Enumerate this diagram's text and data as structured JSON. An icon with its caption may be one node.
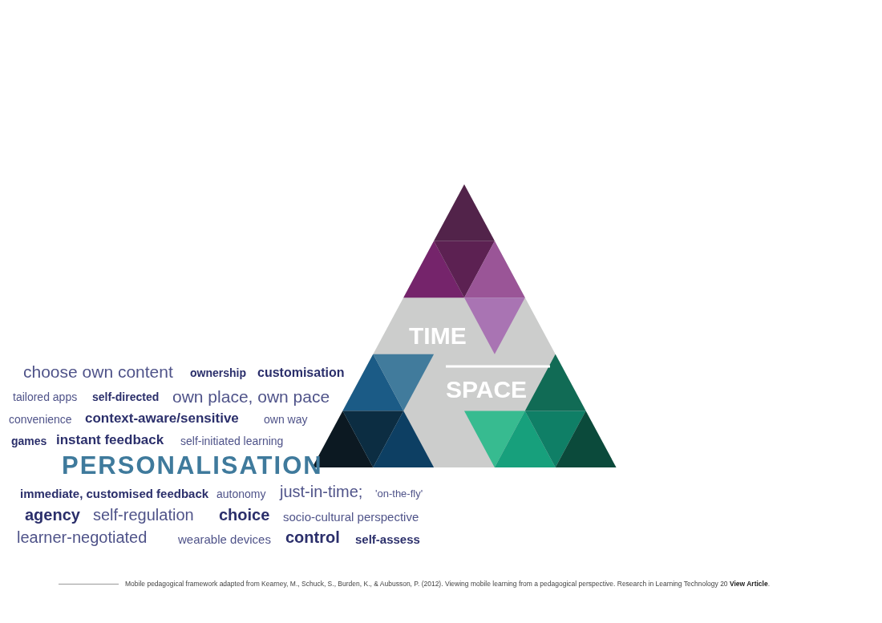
{
  "diagram": {
    "caption": "Mobile pedagogical framework adapted from Kearney, M., Schuck, S., Burden, K., & Aubusson, P. (2012). Viewing mobile learning from a pedagogical perspective. Research in Learning Technology 20 **View Article**.",
    "labels": [
      "choose own content",
      "ownership",
      "customisation",
      "tailored apps",
      "self-directed",
      "own place, own pace",
      "convenience",
      "context-aware/sensitive",
      "own way",
      "games",
      "instant feedback",
      "self-initiated learning",
      "PERSONALISATION",
      "immediate, customised feedback",
      "autonomy",
      "just-in-time;",
      "'on-the-fly'",
      "agency",
      "self-regulation",
      "choice",
      "socio-cultural perspective",
      "learner-negotiated",
      "wearable devices",
      "control",
      "self-assess",
      "TIME",
      "SPACE"
    ]
  }
}
